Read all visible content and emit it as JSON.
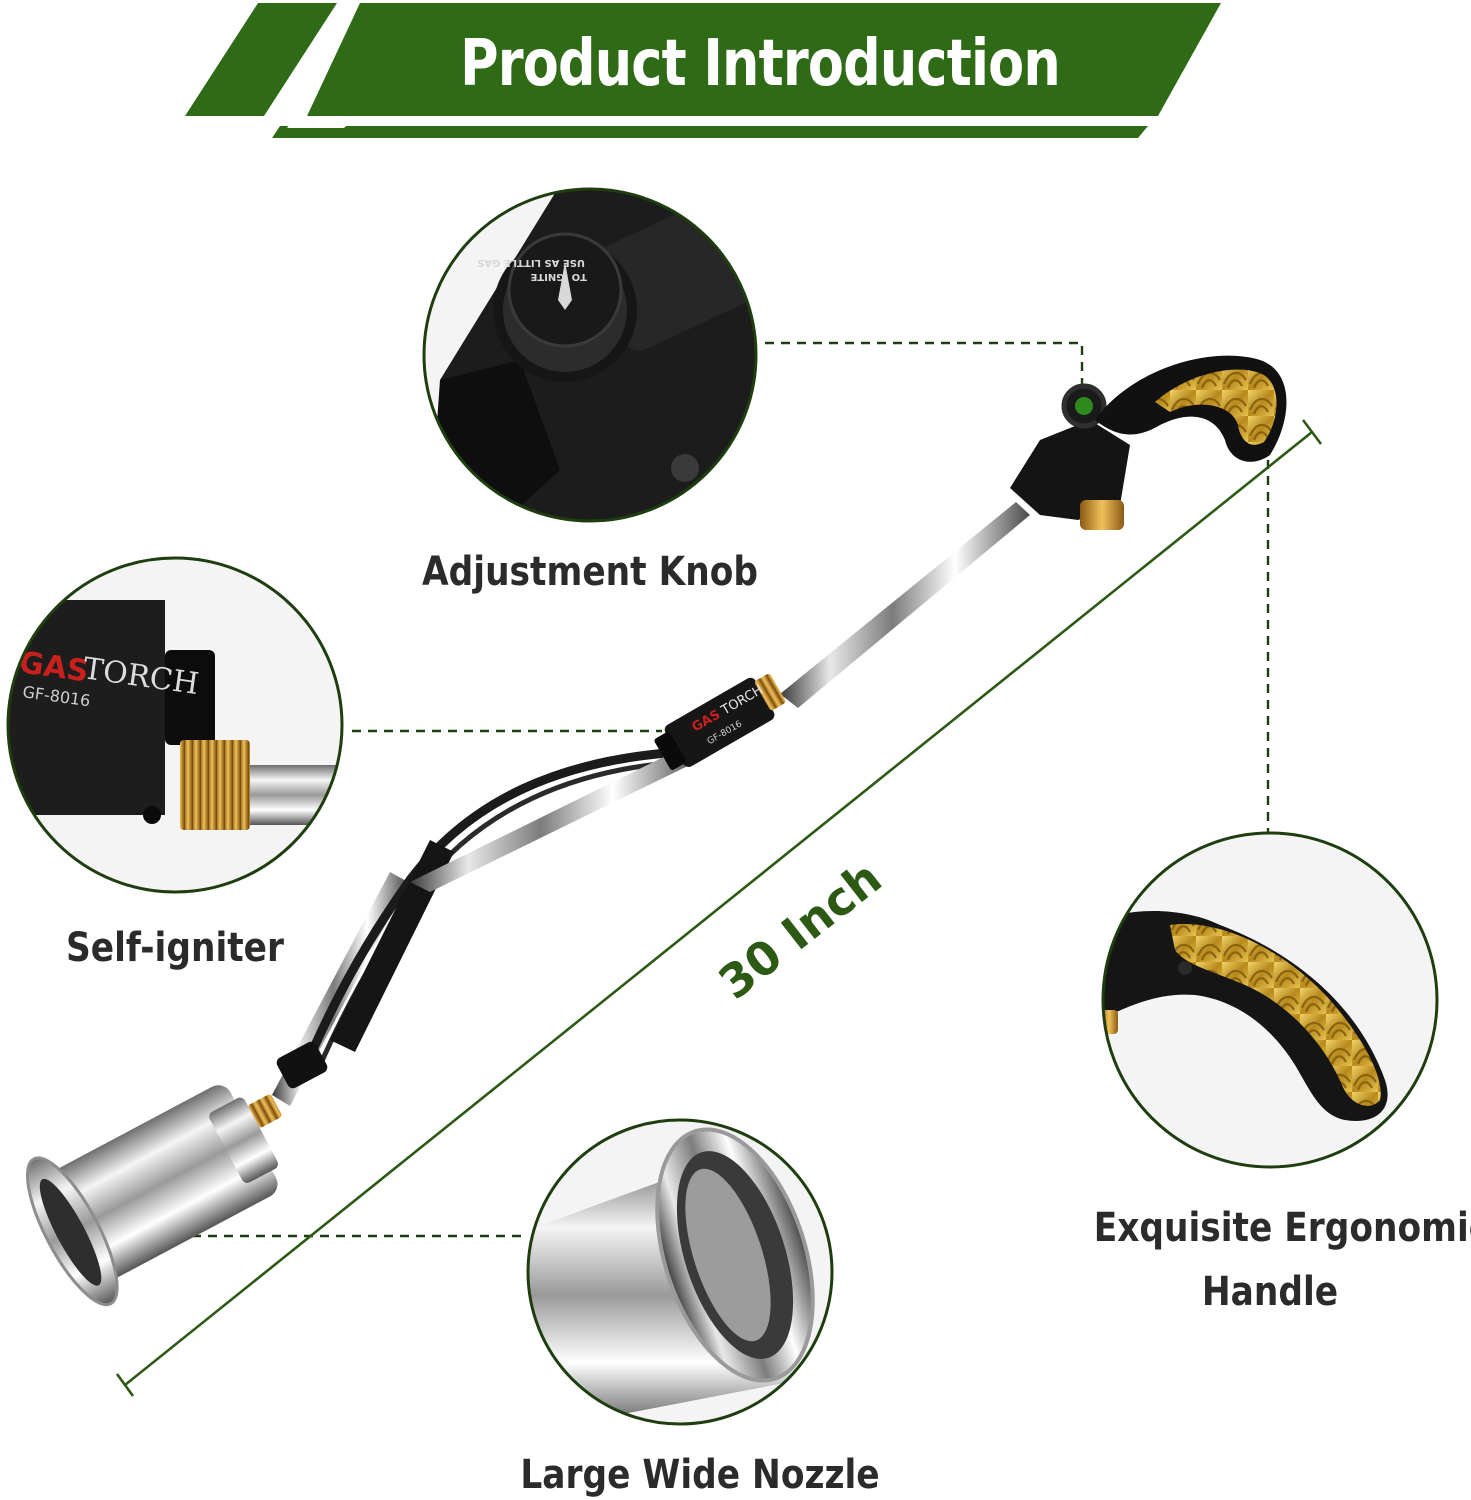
{
  "banner": {
    "title": "Product Introduction",
    "color": "#2f6b16"
  },
  "callouts": {
    "adjustment_knob": "Adjustment Knob",
    "self_igniter": "Self-igniter",
    "large_wide_nozzle": "Large Wide Nozzle",
    "handle_line1": "Exquisite Ergonomic",
    "handle_line2": "Handle"
  },
  "measurement": {
    "length_label": "30 Inch"
  },
  "product_markings": {
    "brand_gas": "GAS",
    "brand_torch": "TORCH",
    "model": "GF-8016",
    "knob_text_line1": "USE AS LITTLE GAS",
    "knob_text_line2": "TO IGNITE"
  },
  "colors": {
    "accent_green": "#2f6b16",
    "dark_green_line": "#2c5a14",
    "label_text": "#2b2b2b",
    "brand_red": "#c8201d",
    "gold": "#c9a227"
  }
}
